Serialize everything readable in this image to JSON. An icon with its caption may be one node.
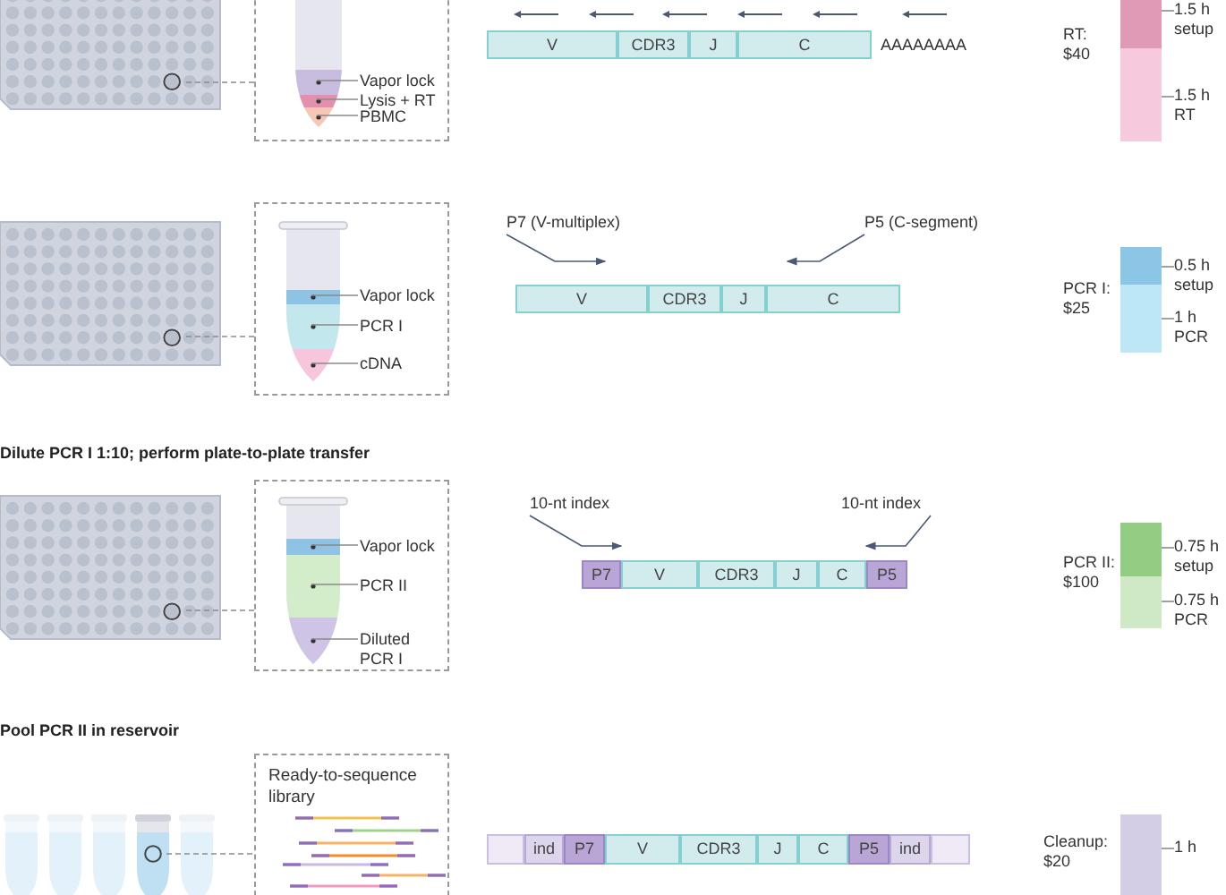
{
  "diagram": {
    "nodes": [
      {
        "text": [],
        "shape": "picture"
      },
      {
        "text": [],
        "shape": "box"
      },
      {
        "text": [],
        "shape": "picture",
        "in": 1
      },
      {
        "text": [
          "Vapor lock"
        ],
        "in": 1
      },
      {
        "text": [
          "Lysis + RT"
        ],
        "in": 1
      },
      {
        "text": [
          "PBMC"
        ],
        "in": 1
      },
      {
        "text": [
          "V"
        ]
      },
      {
        "text": [
          "CDR3"
        ]
      },
      {
        "text": [
          "J"
        ]
      },
      {
        "text": [
          "C"
        ],
        "beside": [
          "AAAAAAAA"
        ]
      },
      {
        "text": [],
        "shape": "bar"
      },
      {
        "text": [],
        "shape": "bar"
      },
      {
        "text": [
          "1.5 h setup"
        ]
      },
      {
        "text": [
          "1.5 h RT"
        ]
      },
      {
        "text": [],
        "shape": "picture"
      },
      {
        "text": [],
        "shape": "box"
      },
      {
        "text": [],
        "shape": "picture",
        "in": 15
      },
      {
        "text": [
          "Vapor lock"
        ],
        "in": 15
      },
      {
        "text": [
          "PCR I"
        ],
        "in": 15
      },
      {
        "text": [
          "cDNA"
        ],
        "in": 15
      },
      {
        "text": [
          "P7 (V-multiplex)"
        ]
      },
      {
        "text": [
          "P5 (C-segment)"
        ]
      },
      {
        "text": [
          "V"
        ]
      },
      {
        "text": [
          "CDR3"
        ]
      },
      {
        "text": [
          "J"
        ]
      },
      {
        "text": [
          "C"
        ]
      },
      {
        "text": [],
        "shape": "bar"
      },
      {
        "text": [],
        "shape": "bar"
      },
      {
        "text": [
          "0.5 h setup"
        ]
      },
      {
        "text": [
          "1 h PCR"
        ]
      },
      {
        "text": [],
        "shape": "picture"
      },
      {
        "text": [],
        "shape": "box"
      },
      {
        "text": [],
        "shape": "picture",
        "in": 31
      },
      {
        "text": [
          "Vapor lock"
        ],
        "in": 31
      },
      {
        "text": [
          "PCR II"
        ],
        "in": 31
      },
      {
        "text": [
          "Diluted PCR I"
        ],
        "in": 31
      },
      {
        "text": [
          "10-nt index"
        ]
      },
      {
        "text": [
          "10-nt index"
        ]
      },
      {
        "text": [
          "P7"
        ]
      },
      {
        "text": [
          "V"
        ]
      },
      {
        "text": [
          "CDR3"
        ]
      },
      {
        "text": [
          "J"
        ]
      },
      {
        "text": [
          "C"
        ]
      },
      {
        "text": [
          "P5"
        ]
      },
      {
        "text": [],
        "shape": "bar"
      },
      {
        "text": [],
        "shape": "bar"
      },
      {
        "text": [
          "0.75 h setup"
        ]
      },
      {
        "text": [
          "0.75 h PCR"
        ]
      },
      {
        "text": [],
        "shape": "picture"
      },
      {
        "text": [
          "Ready-to-sequence library"
        ]
      },
      {
        "text": [],
        "shape": "box"
      },
      {
        "text": [
          "ind"
        ]
      },
      {
        "text": [
          "P7"
        ]
      },
      {
        "text": [
          "V"
        ]
      },
      {
        "text": [
          "CDR3"
        ]
      },
      {
        "text": [
          "J"
        ]
      },
      {
        "text": [
          "C"
        ]
      },
      {
        "text": [
          "P5"
        ]
      },
      {
        "text": [
          "ind"
        ]
      },
      {
        "text": [],
        "shape": "box"
      },
      {
        "text": [],
        "shape": "bar",
        "beside": [
          "Cleanup: $20"
        ]
      },
      {
        "text": [
          "1 h"
        ]
      }
    ],
    "edges": [
      {
        "from": 0,
        "to": 1,
        "arrow": "none",
        "style": "dashed"
      },
      {
        "from": 3,
        "to": 2,
        "arrow": "none"
      },
      {
        "from": 4,
        "to": 2,
        "arrow": "none"
      },
      {
        "from": 5,
        "to": 2,
        "arrow": "none"
      },
      {
        "from": 12,
        "to": 10,
        "arrow": "none"
      },
      {
        "from": 13,
        "to": 11,
        "arrow": "none"
      },
      {
        "from": 14,
        "to": 15,
        "arrow": "none",
        "style": "dashed"
      },
      {
        "from": 17,
        "to": 16,
        "arrow": "none"
      },
      {
        "from": 18,
        "to": 16,
        "arrow": "none"
      },
      {
        "from": 19,
        "to": 16,
        "arrow": "none"
      },
      {
        "from": 20,
        "to": null,
        "arrow": "to",
        "color": "#4a5a75"
      },
      {
        "from": 21,
        "to": 25,
        "arrow": "to",
        "color": "#4a5a75"
      },
      {
        "from": 28,
        "to": 26,
        "arrow": "none"
      },
      {
        "from": 29,
        "to": 27,
        "arrow": "none"
      },
      {
        "from": 30,
        "to": 31,
        "arrow": "none",
        "style": "dashed"
      },
      {
        "from": 33,
        "to": 32,
        "arrow": "none"
      },
      {
        "from": 34,
        "to": 32,
        "arrow": "none"
      },
      {
        "from": 35,
        "to": 32,
        "arrow": "none"
      },
      {
        "from": 36,
        "to": null,
        "arrow": "to",
        "color": "#4a5a75"
      },
      {
        "from": 37,
        "to": null,
        "arrow": "to",
        "color": "#4a5a75"
      },
      {
        "from": 46,
        "to": 44,
        "arrow": "none"
      },
      {
        "from": 47,
        "to": 45,
        "arrow": "none"
      },
      {
        "from": 48,
        "to": 49,
        "arrow": "none",
        "style": "dashed"
      },
      {
        "from": 61,
        "to": 60,
        "arrow": "none"
      }
    ],
    "labels": [
      "RT: $40",
      "PCR I: $25",
      "Dilute PCR I 1:10; perform plate-to-plate transfer",
      "PCR II: $100",
      "Pool PCR II in reservoir"
    ]
  }
}
